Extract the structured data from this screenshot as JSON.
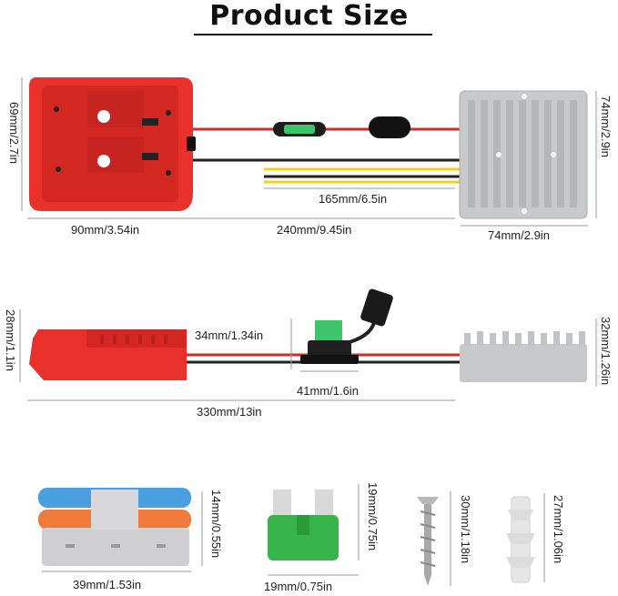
{
  "header": {
    "title": "Product Size"
  },
  "top_view": {
    "adapter_height": "69mm/2.7in",
    "adapter_width": "90mm/3.54in",
    "cable_length": "240mm/9.45in",
    "wire_length": "165mm/6.5in",
    "converter_height": "74mm/2.9in",
    "converter_width": "74mm/2.9in"
  },
  "side_view": {
    "adapter_height": "28mm/1.1in",
    "fuse_holder_height": "34mm/1.34in",
    "fuse_holder_width": "41mm/1.6in",
    "total_length": "330mm/13in",
    "converter_height": "32mm/1.26in"
  },
  "accessories": {
    "connector_height": "14mm/0.55in",
    "connector_width": "39mm/1.53in",
    "fuse_height": "19mm/0.75in",
    "fuse_width": "19mm/0.75in",
    "screw_length": "30mm/1.18in",
    "anchor_length": "27mm/1.06in"
  },
  "colors": {
    "adapter_red": "#e8312a",
    "converter_gray": "#c8c9cb",
    "fuse_green": "#38b54a",
    "connector_blue": "#4a9fe0",
    "connector_orange": "#f07a3a"
  }
}
